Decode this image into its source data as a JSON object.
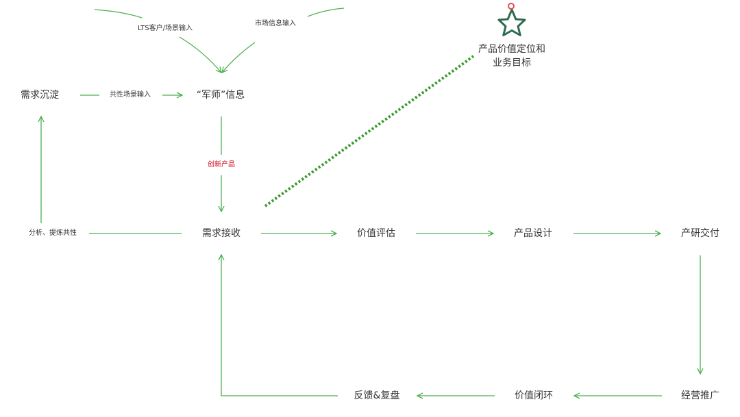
{
  "colors": {
    "arrow": "#4caf50",
    "dotted": "#3a9a2e",
    "star_stroke": "#2e6b52",
    "pin": "#e0504c",
    "highlight_text": "#d0021b"
  },
  "nodes": {
    "requirement_settle": "需求沉淀",
    "army_info": "“军师”信息",
    "requirement_receive": "需求接收",
    "value_assess": "价值评估",
    "product_design": "产品设计",
    "rd_delivery": "产研交付",
    "operation_promotion": "经营推广",
    "value_closure": "价值闭环",
    "feedback_review": "反馈&复盘"
  },
  "edge_labels": {
    "lts_input": "LTS客户/场景输入",
    "market_input": "市场信息输入",
    "common_scene_input": "共性场景输入",
    "innovation_product": "创新产品",
    "analyze_extract": "分析、提炼共性"
  },
  "goal": {
    "line1": "产品价值定位和",
    "line2": "业务目标",
    "icon": "star-icon"
  }
}
